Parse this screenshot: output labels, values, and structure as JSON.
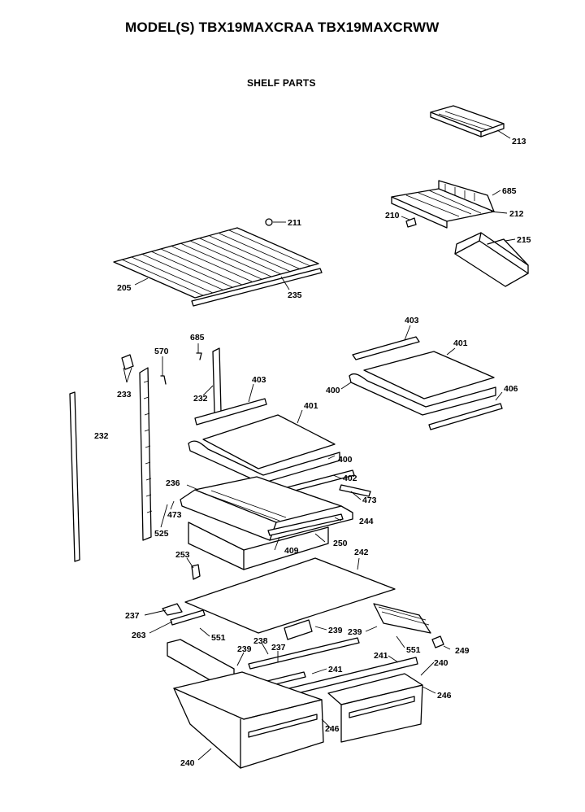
{
  "header": {
    "title": "MODEL(S) TBX19MAXCRAA  TBX19MAXCRWW",
    "subtitle": "SHELF PARTS"
  },
  "callouts": [
    "213",
    "685",
    "212",
    "210",
    "211",
    "215",
    "205",
    "235",
    "403",
    "401",
    "406",
    "400",
    "685",
    "570",
    "232",
    "403",
    "401",
    "233",
    "232",
    "400",
    "402",
    "236",
    "473",
    "473",
    "244",
    "525",
    "409",
    "250",
    "253",
    "242",
    "237",
    "263",
    "551",
    "239",
    "239",
    "238",
    "237",
    "551",
    "249",
    "239",
    "241",
    "241",
    "240",
    "246",
    "246",
    "240"
  ]
}
